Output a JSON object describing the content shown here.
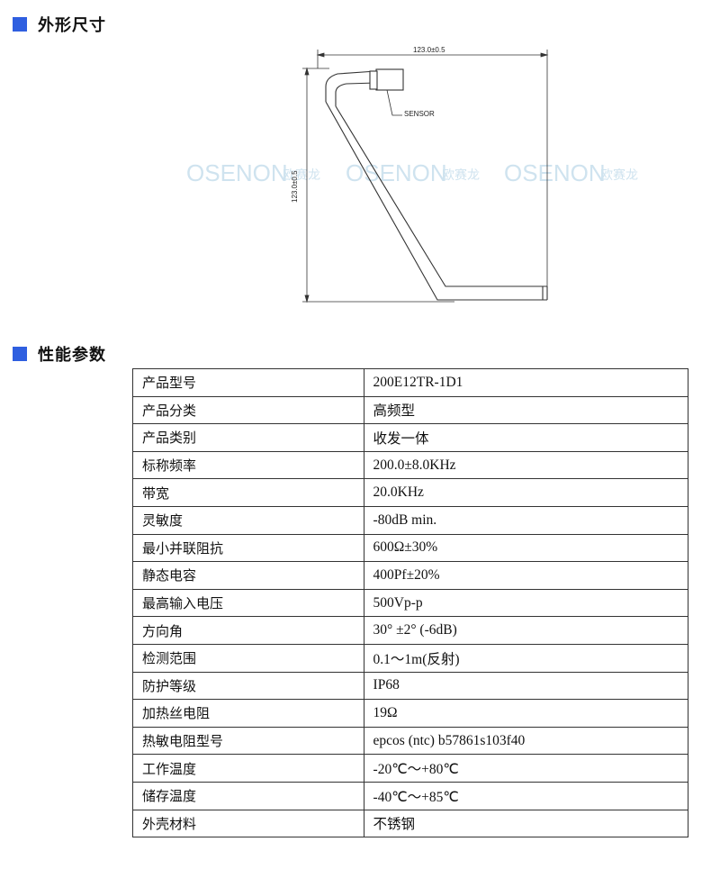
{
  "sections": {
    "dimensions_title": "外形尺寸",
    "performance_title": "性能参数"
  },
  "drawing": {
    "width_label": "123.0±0.5",
    "height_label": "123.0±0.5",
    "sensor_label": "SENSOR",
    "watermark_latin": "OSENON",
    "watermark_cn": "欧赛龙"
  },
  "params": [
    {
      "key": "产品型号",
      "value": "200E12TR-1D1"
    },
    {
      "key": "产品分类",
      "value": "高频型"
    },
    {
      "key": "产品类别",
      "value": "收发一体"
    },
    {
      "key": "标称频率",
      "value": "200.0±8.0KHz"
    },
    {
      "key": "带宽",
      "value": "20.0KHz"
    },
    {
      "key": "灵敏度",
      "value": "-80dB min."
    },
    {
      "key": "最小并联阻抗",
      "value": "600Ω±30%"
    },
    {
      "key": "静态电容",
      "value": "400Pf±20%"
    },
    {
      "key": "最高输入电压",
      "value": "500Vp-p"
    },
    {
      "key": "方向角",
      "value": "30° ±2° (-6dB)"
    },
    {
      "key": "检测范围",
      "value": "0.1～1m(反射)"
    },
    {
      "key": "防护等级",
      "value": "IP68"
    },
    {
      "key": "加热丝电阻",
      "value": "19Ω"
    },
    {
      "key": "热敏电阻型号",
      "value": "epcos (ntc) b57861s103f40"
    },
    {
      "key": "工作温度",
      "value": "-20℃～+80℃"
    },
    {
      "key": "储存温度",
      "value": "-40℃～+85℃"
    },
    {
      "key": "外壳材料",
      "value": "不锈钢"
    }
  ],
  "colors": {
    "section_marker": "#2f5fe0",
    "watermark": "#cfe3ef"
  }
}
